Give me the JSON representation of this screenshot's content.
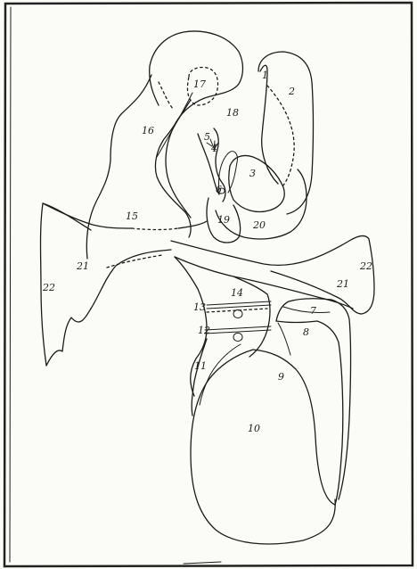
{
  "figure": {
    "labels": {
      "l1": "1",
      "l2": "2",
      "l3": "3",
      "l4": "4",
      "l5": "5",
      "l6": "6",
      "l7": "7",
      "l8": "8",
      "l9": "9",
      "l10": "10",
      "l11": "11",
      "l12": "12",
      "l13": "13",
      "l14": "14",
      "l15": "15",
      "l16": "16",
      "l17": "17",
      "l18": "18",
      "l19": "19",
      "l20": "20",
      "l21a": "21",
      "l21b": "21",
      "l22a": "22",
      "l22b": "22"
    }
  }
}
